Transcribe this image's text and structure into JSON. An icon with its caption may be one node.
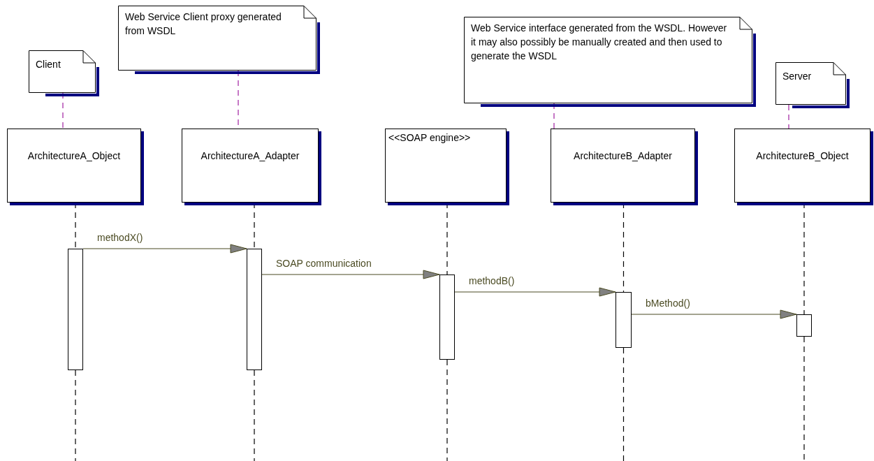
{
  "diagram": {
    "nodes": [
      {
        "text": [
          "Client"
        ]
      },
      {
        "text": [
          "Web Service Client proxy generated from WSDL"
        ]
      },
      {
        "text": [
          "Web Service interface generated from the WSDL. However it may also possibly be manually created and then used to generate the WSDL"
        ]
      },
      {
        "text": [
          "Server"
        ]
      },
      {
        "text": [
          "ArchitectureA_Object"
        ]
      },
      {
        "text": [
          "ArchitectureA_Adapter"
        ]
      },
      {
        "text": [
          "<<SOAP engine>>"
        ]
      },
      {
        "text": [
          "ArchitectureB_Adapter"
        ]
      },
      {
        "text": [
          "ArchitectureB_Object"
        ]
      },
      {
        "text": [],
        "shape": "bar"
      },
      {
        "text": [],
        "shape": "bar"
      },
      {
        "text": [],
        "shape": "bar"
      },
      {
        "text": [],
        "shape": "bar"
      },
      {
        "text": [],
        "shape": "bar"
      }
    ],
    "edges": [
      {
        "from": 0,
        "to": 4,
        "arrow": "none",
        "style": "dashed",
        "color": "#a020a0"
      },
      {
        "from": 1,
        "to": 5,
        "arrow": "none",
        "style": "dashed",
        "color": "#a020a0"
      },
      {
        "from": 2,
        "to": 7,
        "arrow": "none",
        "style": "dashed",
        "color": "#a020a0"
      },
      {
        "from": 3,
        "to": 8,
        "arrow": "none",
        "style": "dashed",
        "color": "#a020a0"
      },
      {
        "from": 4,
        "to": 9,
        "arrow": "none",
        "style": "dashed"
      },
      {
        "from": 5,
        "to": 10,
        "arrow": "none",
        "style": "dashed"
      },
      {
        "from": 6,
        "to": 11,
        "arrow": "none",
        "style": "dashed"
      },
      {
        "from": 7,
        "to": 12,
        "arrow": "none",
        "style": "dashed"
      },
      {
        "from": 8,
        "to": 13,
        "arrow": "none",
        "style": "dashed"
      },
      {
        "from": 9,
        "to": null,
        "arrow": "none",
        "style": "dashed"
      },
      {
        "from": 10,
        "to": null,
        "arrow": "none",
        "style": "dashed"
      },
      {
        "from": 11,
        "to": null,
        "arrow": "none",
        "style": "dashed"
      },
      {
        "from": 12,
        "to": null,
        "arrow": "none",
        "style": "dashed"
      },
      {
        "from": 13,
        "to": null,
        "arrow": "none",
        "style": "dashed"
      },
      {
        "from": 9,
        "to": 10,
        "label": "methodX()",
        "arrow": "to",
        "color": "#4b4b23"
      },
      {
        "from": 10,
        "to": 11,
        "label": "SOAP communication",
        "arrow": "to",
        "color": "#4b4b23"
      },
      {
        "from": 11,
        "to": 12,
        "label": "methodB()",
        "arrow": "to",
        "color": "#4b4b23"
      },
      {
        "from": 12,
        "to": 13,
        "label": "bMethod()",
        "arrow": "to",
        "color": "#4b4b23"
      }
    ]
  }
}
